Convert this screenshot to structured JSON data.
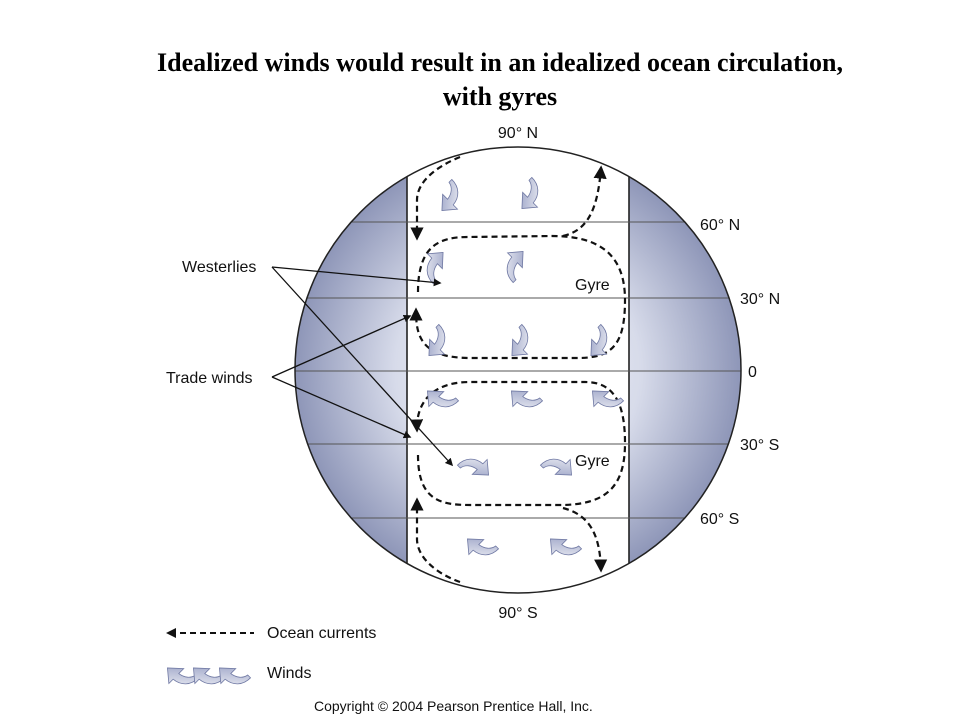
{
  "title_line1": "Idealized winds would result in an idealized ocean circulation,",
  "title_line2": "with gyres",
  "latitudes": {
    "n90": "90° N",
    "n60": "60° N",
    "n30": "30° N",
    "eq": "0",
    "s30": "30° S",
    "s60": "60° S",
    "s90": "90° S"
  },
  "callouts": {
    "westerlies": "Westerlies",
    "trade_winds": "Trade winds"
  },
  "gyre_labels": [
    "Gyre",
    "Gyre"
  ],
  "legend": {
    "ocean_currents": "Ocean currents",
    "winds": "Winds"
  },
  "copyright": "Copyright © 2004 Pearson Prentice Hall, Inc.",
  "colors": {
    "globe_edge": "#8e96b8",
    "globe_center": "#f7f8fc",
    "ocean_basin": "#ffffff",
    "wind_arrow": "#8a93bc",
    "current_line": "#111111"
  }
}
